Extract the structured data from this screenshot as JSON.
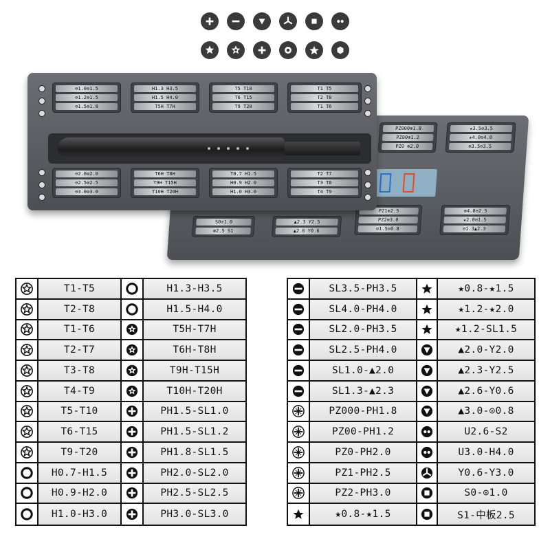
{
  "header_icons_row1": [
    "phillips-icon",
    "slotted-icon",
    "triangle-icon",
    "tri-wing-icon",
    "square-icon",
    "pentalobe-icon"
  ],
  "header_icons_row2": [
    "torx-star-icon",
    "torx-security-icon",
    "phillips-icon",
    "hex-ring-icon",
    "star-icon",
    "hexagon-icon"
  ],
  "photo": {
    "front_case_boxes": [
      [
        "⊖1.0⊜1.5",
        "⊖1.2⊜1.5",
        "⊖1.5⊜1.8"
      ],
      [
        "H1.3 H3.5",
        "H1.5 H4.0",
        "T5H T7H"
      ],
      [
        "T5 T10",
        "T6 T15",
        "T9 T20"
      ],
      [
        "T1 T5",
        "T2 T8",
        "T1 T6"
      ],
      [
        "⊖2.0⊜2.0",
        "⊖2.5⊜2.5",
        "⊖3.0⊜3.0"
      ],
      [
        "T6H T8H",
        "T9H T15H",
        "T10H T20H"
      ],
      [
        "T0.7 H1.5",
        "H0.9 H2.0",
        "H1.0 H3.0"
      ],
      [
        "T2 T7",
        "T3 T8",
        "T4 T9"
      ]
    ],
    "back_case_boxes": [
      [
        "PZ000⊕1.8",
        "PZ00⊕1.2",
        "PZ0 ⊕2.0"
      ],
      [
        "★3.5⊖3.5",
        "★4.0⊖4.0",
        "⊕3.5⊖3.5"
      ],
      [
        "S0⊙1.0",
        "⊛2.5 S1"
      ],
      [
        "▲2.3 Y2.5",
        "▲2.6 Y0.6"
      ],
      [
        "PZ1⊕2.5",
        "PZ2⊕3.0",
        "⊙1.5⊙0.8"
      ],
      [
        "⊕4.0⊖2.5",
        "★2.0⊖1.5",
        "⊖1.3▲2.3"
      ]
    ]
  },
  "left_table": [
    {
      "icon1": "torx-star-icon",
      "label1": "T1-T5",
      "icon2": "hex-ring-icon",
      "label2": "H1.3-H3.5"
    },
    {
      "icon1": "torx-star-icon",
      "label1": "T2-T8",
      "icon2": "hex-ring-icon",
      "label2": "H1.5-H4.0"
    },
    {
      "icon1": "torx-star-icon",
      "label1": "T1-T6",
      "icon2": "torx-security-icon",
      "label2": "T5H-T7H"
    },
    {
      "icon1": "torx-star-icon",
      "label1": "T2-T7",
      "icon2": "torx-security-icon",
      "label2": "T6H-T8H"
    },
    {
      "icon1": "torx-star-icon",
      "label1": "T3-T8",
      "icon2": "torx-security-icon",
      "label2": "T9H-T15H"
    },
    {
      "icon1": "torx-star-icon",
      "label1": "T4-T9",
      "icon2": "torx-security-icon",
      "label2": "T10H-T20H"
    },
    {
      "icon1": "torx-star-icon",
      "label1": "T5-T10",
      "icon2": "phillips-icon",
      "label2": "PH1.5-SL1.0"
    },
    {
      "icon1": "torx-star-icon",
      "label1": "T6-T15",
      "icon2": "phillips-icon",
      "label2": "PH1.5-SL1.2"
    },
    {
      "icon1": "torx-star-icon",
      "label1": "T9-T20",
      "icon2": "phillips-icon",
      "label2": "PH1.8-SL1.5"
    },
    {
      "icon1": "hex-ring-icon",
      "label1": "H0.7-H1.5",
      "icon2": "phillips-icon",
      "label2": "PH2.0-SL2.0"
    },
    {
      "icon1": "hex-ring-icon",
      "label1": "H0.9-H2.0",
      "icon2": "phillips-icon",
      "label2": "PH2.5-SL2.5"
    },
    {
      "icon1": "hex-ring-icon",
      "label1": "H1.0-H3.0",
      "icon2": "phillips-icon",
      "label2": "PH3.0-SL3.0"
    }
  ],
  "right_table": [
    {
      "icon1": "slotted-icon",
      "label1": "SL3.5-PH3.5",
      "icon2": "star-icon",
      "label2": "★0.8-★1.5"
    },
    {
      "icon1": "slotted-icon",
      "label1": "SL4.0-PH4.0",
      "icon2": "star-icon",
      "label2": "★1.2-★2.0"
    },
    {
      "icon1": "slotted-icon",
      "label1": "SL2.0-PH3.5",
      "icon2": "star-icon",
      "label2": "★1.2-SL1.5"
    },
    {
      "icon1": "slotted-icon",
      "label1": "SL2.5-PH4.0",
      "icon2": "triangle-icon",
      "label2": "▲2.0-Y2.0"
    },
    {
      "icon1": "slotted-icon",
      "label1": "SL1.0-▲2.0",
      "icon2": "triangle-icon",
      "label2": "▲2.3-Y2.5"
    },
    {
      "icon1": "slotted-icon",
      "label1": "SL1.3-▲2.3",
      "icon2": "triangle-icon",
      "label2": "▲2.6-Y0.6"
    },
    {
      "icon1": "pozidriv-icon",
      "label1": "PZ000-PH1.8",
      "icon2": "triangle-icon",
      "label2": "▲3.0-⊙0.8"
    },
    {
      "icon1": "pozidriv-icon",
      "label1": "PZ00-PH1.2",
      "icon2": "pentalobe-icon",
      "label2": "U2.6-S2"
    },
    {
      "icon1": "pozidriv-icon",
      "label1": "PZ0-PH2.0",
      "icon2": "pentalobe-icon",
      "label2": "U3.0-H4.0"
    },
    {
      "icon1": "pozidriv-icon",
      "label1": "PZ1-PH2.5",
      "icon2": "tri-wing-icon",
      "label2": "Y0.6-Y3.0"
    },
    {
      "icon1": "pozidriv-icon",
      "label1": "PZ2-PH3.0",
      "icon2": "square-icon",
      "label2": "S0-⊙1.0"
    },
    {
      "icon1": "star-icon",
      "label1": "★0.8-★1.5",
      "icon2": "square-icon",
      "label2": "S1-中板2.5"
    }
  ]
}
